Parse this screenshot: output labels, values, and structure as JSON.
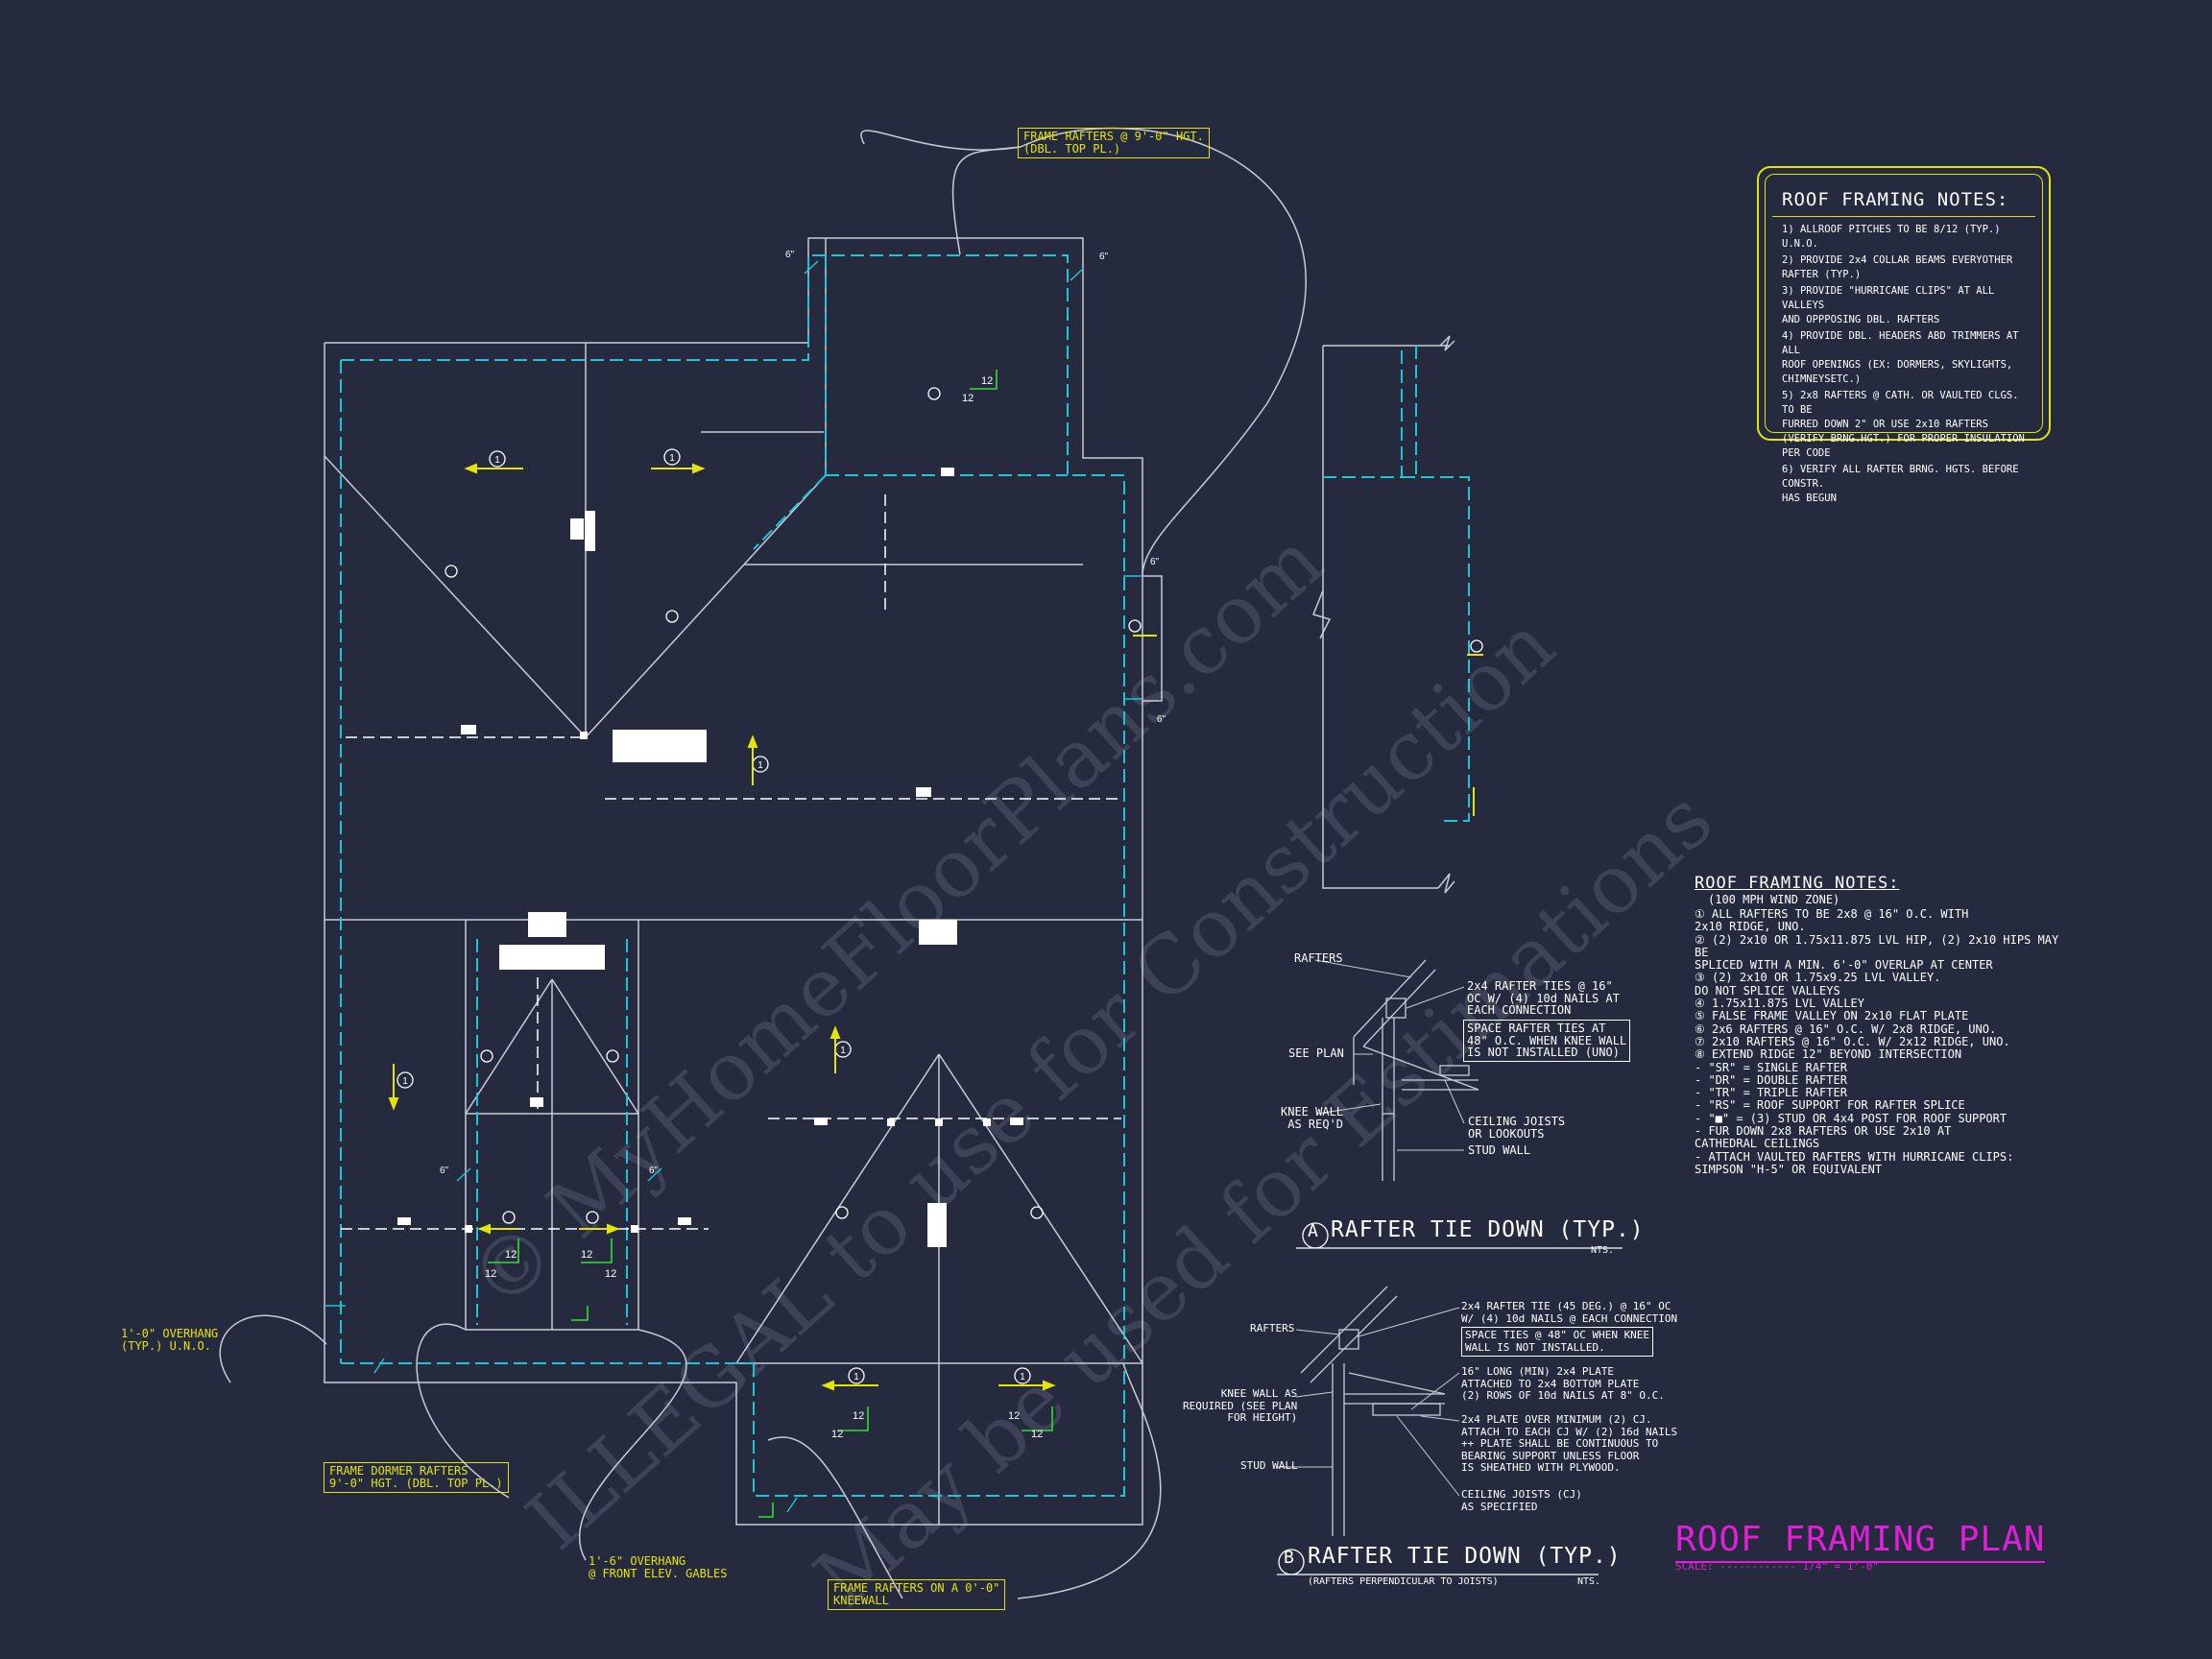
{
  "watermark": {
    "line1": "© MyHomeFloorPlans.com",
    "line2": "ILLEGAL to use for Construction",
    "line3": "May be used for Estimations"
  },
  "roof_notes_box": {
    "title": "ROOF FRAMING NOTES:",
    "items": [
      "1) ALLROOF PITCHES TO BE  8/12 (TYP.) U.N.O.",
      "2) PROVIDE 2x4 COLLAR BEAMS EVERYOTHER\n     RAFTER (TYP.)",
      "3) PROVIDE \"HURRICANE CLIPS\" AT ALL VALLEYS\n     AND OPPPOSING DBL. RAFTERS",
      "4) PROVIDE DBL. HEADERS ABD TRIMMERS AT ALL\n     ROOF OPENINGS (EX: DORMERS, SKYLIGHTS,\n     CHIMNEYSETC.)",
      "5) 2x8 RAFTERS @ CATH. OR VAULTED CLGS. TO BE\n     FURRED DOWN 2\" OR USE 2x10 RAFTERS\n     (VERIFY BRNG.HGT.) FOR PROPER INSULATION\n     PER CODE",
      "6) VERIFY ALL RAFTER BRNG. HGTS. BEFORE CONSTR.\n     HAS BEGUN"
    ]
  },
  "legend": {
    "title": "ROOF FRAMING NOTES:",
    "subtitle": "(100 MPH WIND ZONE)",
    "items": [
      "① ALL RAFTERS TO BE 2x8 @ 16\" O.C. WITH\n     2x10 RIDGE, UNO.",
      "② (2) 2x10 OR 1.75x11.875 LVL HIP, (2) 2x10 HIPS MAY BE\n     SPLICED WITH A MIN. 6'-0\" OVERLAP AT CENTER",
      "③ (2) 2x10 OR 1.75x9.25 LVL VALLEY.\n     DO NOT SPLICE VALLEYS",
      "④ 1.75x11.875 LVL VALLEY",
      "⑤ FALSE FRAME VALLEY ON 2x10 FLAT PLATE",
      "⑥ 2x6 RAFTERS @ 16\" O.C. W/ 2x8 RIDGE, UNO.",
      "⑦ 2x10 RAFTERS @ 16\" O.C. W/ 2x12 RIDGE, UNO.",
      "⑧ EXTEND RIDGE 12\" BEYOND INTERSECTION",
      "  -  \"SR\" = SINGLE RAFTER",
      "  -  \"DR\" = DOUBLE RAFTER",
      "  -  \"TR\" = TRIPLE RAFTER",
      "  -  \"RS\" = ROOF SUPPORT FOR RAFTER SPLICE",
      "  -  \"■\" = (3) STUD OR 4x4 POST FOR ROOF SUPPORT",
      "  -  FUR DOWN 2x8 RAFTERS OR USE 2x10 AT\n     CATHEDRAL CEILINGS",
      "  -  ATTACH VAULTED RAFTERS WITH HURRICANE CLIPS:\n     SIMPSON \"H-5\" OR EQUIVALENT"
    ]
  },
  "callouts": {
    "top": "FRAME RAFTERS @ 9'-0\" HGT.\n(DBL. TOP PL.)",
    "dormer": "FRAME DORMER RAFTERS\n9'-0\" HGT. (DBL. TOP PL.)",
    "kneewall": "FRAME RAFTERS ON A 0'-0\"\nKNEEWALL",
    "overhang_typ": "1'-0\" OVERHANG\n(TYP.) U.N.O.",
    "overhang_front": "1'-6\" OVERHANG\n@ FRONT ELEV. GABLES"
  },
  "detail_a": {
    "title": "RAFTER TIE DOWN (TYP.)",
    "mark": "A",
    "nts": "NTS.",
    "rafters": "RAFTERS",
    "see_plan": "SEE PLAN",
    "knee_wall": "KNEE WALL\nAS REQ'D",
    "ties": "2x4 RAFTER TIES @ 16\"\nOC W/ (4) 10d NAILS AT\nEACH CONNECTION",
    "space": "SPACE RAFTER TIES AT\n48\" O.C. WHEN KNEE WALL\nIS NOT INSTALLED (UNO)",
    "ceiling": "CEILING JOISTS\nOR LOOKOUTS",
    "stud": "STUD WALL"
  },
  "detail_b": {
    "title": "RAFTER TIE DOWN (TYP.)",
    "subtitle": "(RAFTERS PERPENDICULAR TO JOISTS)",
    "mark": "B",
    "nts": "NTS.",
    "rafters": "RAFTERS",
    "knee_wall": "KNEE WALL AS\nREQUIRED (SEE PLAN\nFOR HEIGHT)",
    "stud": "STUD WALL",
    "tie": "2x4 RAFTER TIE (45 DEG.) @ 16\" OC\nW/ (4) 10d NAILS @ EACH CONNECTION",
    "space": "SPACE TIES @ 48\" OC WHEN KNEE\nWALL IS NOT INSTALLED.",
    "plate": "16\" LONG (MIN) 2x4 PLATE\nATTACHED TO 2x4 BOTTOM PLATE\n(2) ROWS OF 10d NAILS AT 8\" O.C.",
    "plate2": "2x4 PLATE OVER MINIMUM (2) CJ.\nATTACH TO EACH CJ W/ (2) 16d NAILS\n++ PLATE SHALL BE CONTINUOUS TO\nBEARING SUPPORT UNLESS FLOOR\nIS SHEATHED WITH PLYWOOD.",
    "ceiling": "CEILING JOISTS (CJ)\nAS SPECIFIED"
  },
  "plan_labels": {
    "six_inch": "6\"",
    "pitch": "12",
    "circle_1": "1"
  },
  "sheet": {
    "title": "ROOF FRAMING PLAN",
    "scale_label": "SCALE:",
    "scale_value": "1/4\" = 1'-0\""
  },
  "colors": {
    "background": "#252a3e",
    "line": "#c9ccd6",
    "cyan": "#22c3d3",
    "yellow": "#e4e40c",
    "green": "#33dd33",
    "magenta": "#e020d8"
  }
}
